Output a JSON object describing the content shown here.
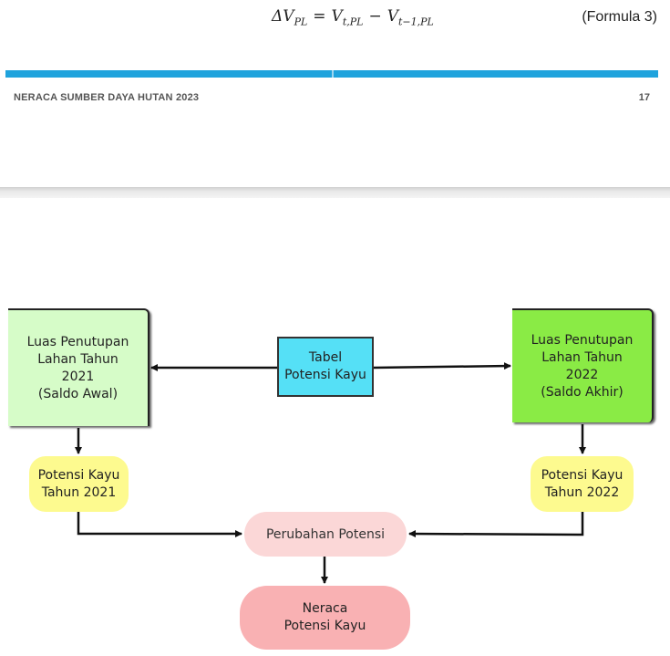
{
  "formula": {
    "lhs": "ΔV",
    "lhs_sub": "PL",
    "op_eq": "=",
    "term1": "V",
    "term1_sub": "t,PL",
    "op_minus": "−",
    "term2": "V",
    "term2_sub": "t−1,PL",
    "reference": "(Formula 3)"
  },
  "footer": {
    "title": "NERACA SUMBER DAYA HUTAN 2023",
    "page_number": "17"
  },
  "diagram": {
    "left_box": "Luas Penutupan\nLahan Tahun\n2021\n(Saldo Awal)",
    "center_box": "Tabel\nPotensi Kayu",
    "right_box": "Luas Penutupan\nLahan Tahun\n2022\n(Saldo Akhir)",
    "left_pill": "Potensi Kayu\nTahun 2021",
    "right_pill": "Potensi Kayu\nTahun 2022",
    "change_pill": "Perubahan Potensi",
    "result_pill": "Neraca\nPotensi Kayu"
  },
  "colors": {
    "accent_bar": "#1fa3dd",
    "left_box": "#d6fcc8",
    "right_box": "#8aeb45",
    "center_box": "#55e0f6",
    "yellow_pill": "#fdfa8f",
    "change_pill": "#fbd7d7",
    "result_pill": "#f9b1b3"
  }
}
